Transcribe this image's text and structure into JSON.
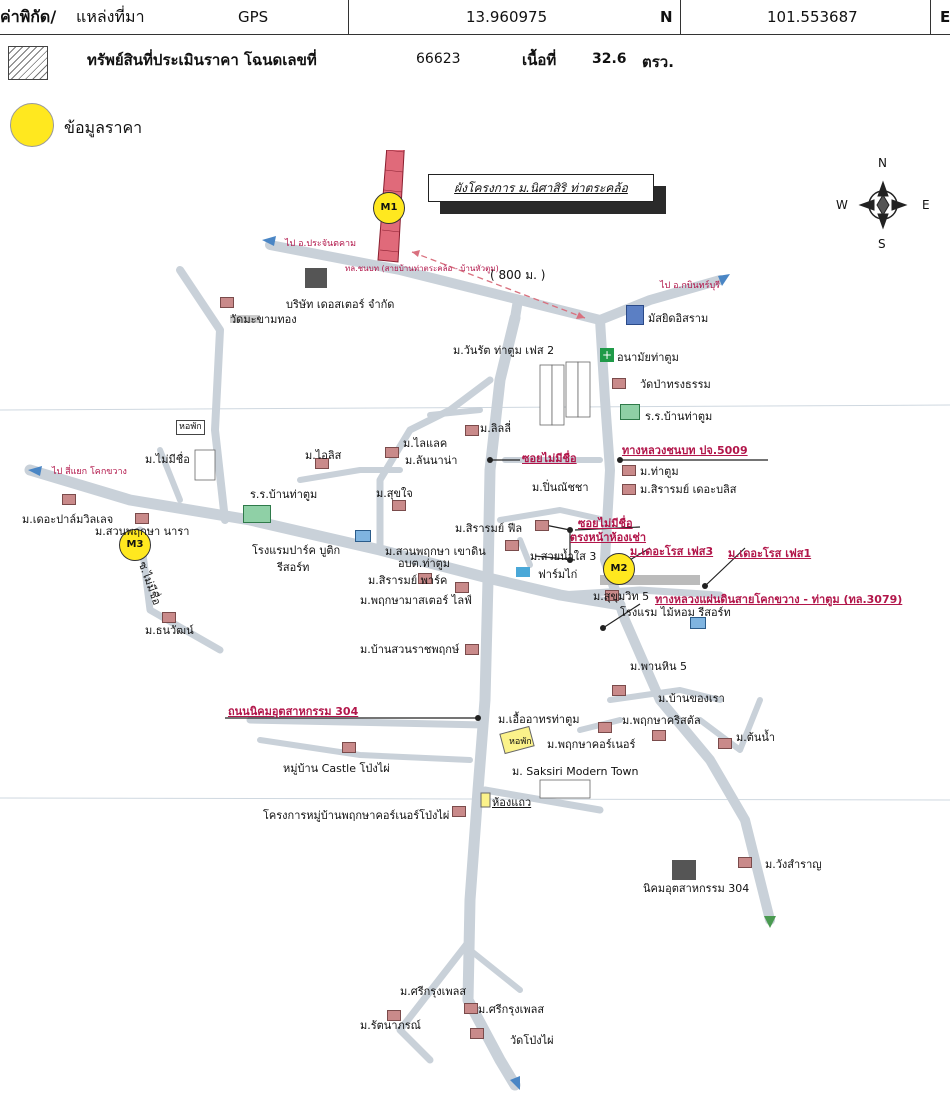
{
  "header": {
    "coord_label": "ค่าพิกัด/",
    "source_label": "แหล่งที่มา",
    "gps_label": "GPS",
    "latitude": "13.960975",
    "lat_dir": "N",
    "longitude": "101.553687",
    "lon_dir": "E"
  },
  "asset_row": {
    "asset_label": "ทรัพย์สินที่ประเมินราคา โฉนดเลขที่",
    "deed_number": "66623",
    "area_label": "เนื้อที่",
    "area_value": "32.6",
    "area_unit": "ตรว."
  },
  "legend": {
    "price_data": "ข้อมูลราคา"
  },
  "map": {
    "project_title": "ผังโครงการ ม.นิศาสิริ ท่าตระคล้อ",
    "compass": {
      "n": "N",
      "s": "S",
      "e": "E",
      "w": "W"
    },
    "distance_note": "( 800 ม. )",
    "markers": {
      "m1": "M1",
      "m2": "M2",
      "m3": "M3"
    },
    "labels": {
      "to_prachinburi": "ไป อ.ประจันตคาม",
      "road_desc": "ทล.ชนบท (สายบ้านท่าตระคล้อ - บ้านหัวตูม)",
      "to_kabinburi": "ไป อ.กบินทร์บุรี",
      "company": "บริษัท เดอสเตอร์ จำกัด",
      "wat_makham": "วัดมะขามทอง",
      "mosque": "มัสยิดอิสราม",
      "wanrat": "ม.วันรัต ท่าตูม เฟส 2",
      "health": "อนามัยท่าตูม",
      "wat_pa": "วัดป่าทรงธรรม",
      "school_tatum": "ร.ร.บ้านท่าตูม",
      "lily": "ม.ลิลลี่",
      "dorm1": "หอพัก",
      "mai_mi_chue": "ม.ไม่มีชื่อ",
      "ailis": "ม.ไอลิส",
      "laelek": "ม.ไลแลค",
      "lanna": "ม.ลันนาน่า",
      "soi_no_name1": "ซอยไม่มีชื่อ",
      "rural_road": "ทางหลวงชนบท ปจ.5009",
      "m_tatum": "ม.ท่าตูม",
      "sirarom_de": "ม.สิรารมย์ เดอะบลิส",
      "to_sidet": "ไป สี่แยก โคกขวาง",
      "the_palm": "ม.เดอะปาล์มวิลเลจ",
      "school2": "ร.ร.บ้านท่าตูม",
      "suk_jai": "ม.สุขใจ",
      "pailin": "ม.ปิ่นณัชชา",
      "sirarom_feel": "ม.สิรารมย์ ฟีล",
      "soi_no_name2": "ซอยไม่มีชื่อ",
      "soi_rorya": "ตรงหน้าห้องเช่า",
      "suan_nara": "ม.สวนพฤกษา นารา",
      "park_hotel": "โรงแรมปาร์ค บูติก",
      "resort": "รีสอร์ท",
      "suan_kadin": "ม.สวนพฤกษา เขาดิน",
      "obt": "อบต.ท่าตูม",
      "suai_nam": "ม.สวยน้ำใส 3",
      "farm": "ฟาร์มไก่",
      "the_rose3": "ม.เดอะโรส เฟส3",
      "the_rose1": "ม.เดอะโรส เฟส1",
      "soi_mai_mi_chue": "ซ.ไม่มีชื่อ",
      "sirarom_park": "ม.สิรารมย์ พาร์ค",
      "phruksa_master": "ม.พฤกษามาสเตอร์ ไลฟ์",
      "sukhumvit5": "ม.สุขุมวิท 5",
      "highway3079": "ทางหลวงแผ่นดินสายโคกขวาง - ท่าตูม (ทล.3079)",
      "hotel_maihom": "โรงแรม ไม้หอม รีสอร์ท",
      "chonwat": "ม.ธนวัฒน์",
      "suan_rat": "ม.บ้านสวนราชพฤกษ์",
      "phanhin": "ม.พานหิน 5",
      "industrial_road": "ถนนนิคมอุตสาหกรรม 304",
      "euathon": "ม.เอื้ออาทรท่าตูม",
      "ban_khong": "ม.บ้านของเรา",
      "phruksa_ratchadol": "ม.พฤกษาคริสตัล",
      "dorm2": "หอพัก",
      "phruksa_corner": "ม.พฤกษาคอร์เนอร์",
      "ton_nam": "ม.ต้นน้ำ",
      "castle": "หมู่บ้าน Castle โป่งไผ่",
      "saksiri": "ม. Saksiri Modern Town",
      "rowhouse": "ห้องแถว",
      "phruksa_project": "โครงการหมู่บ้านพฤกษาคอร์เนอร์โป่งไผ่",
      "wang_saran": "ม.วังสำราญ",
      "industrial_estate": "นิคมอุตสาหกรรม 304",
      "srikrung1": "ม.ศรีกรุงเพลส",
      "srikrung2": "ม.ศรีกรุงเพลส",
      "ratana": "ม.รัตนาภรณ์",
      "wat_pongphai": "วัดโป่งไผ่"
    }
  }
}
